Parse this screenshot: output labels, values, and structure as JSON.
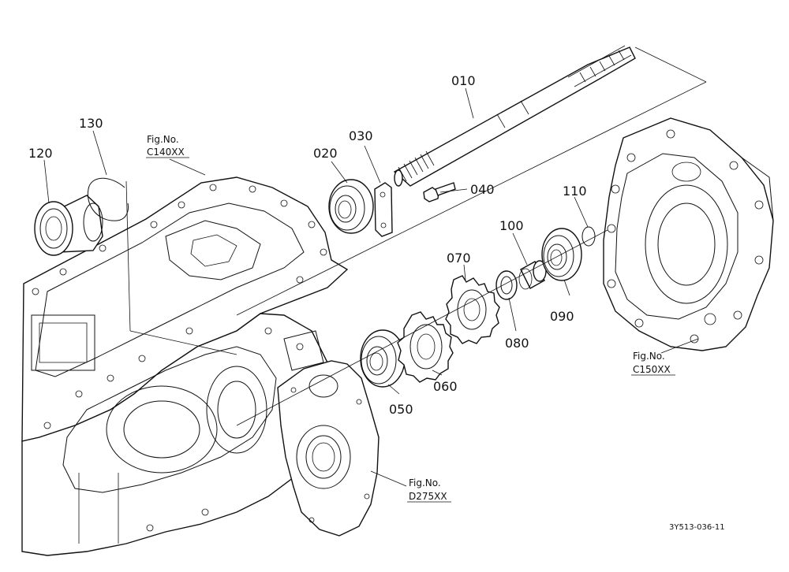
{
  "parts": [
    {
      "id": "p010",
      "label": "010"
    },
    {
      "id": "p020",
      "label": "020"
    },
    {
      "id": "p030",
      "label": "030"
    },
    {
      "id": "p040",
      "label": "040"
    },
    {
      "id": "p050",
      "label": "050"
    },
    {
      "id": "p060",
      "label": "060"
    },
    {
      "id": "p070",
      "label": "070"
    },
    {
      "id": "p080",
      "label": "080"
    },
    {
      "id": "p090",
      "label": "090"
    },
    {
      "id": "p100",
      "label": "100"
    },
    {
      "id": "p110",
      "label": "110"
    },
    {
      "id": "p120",
      "label": "120"
    },
    {
      "id": "p130",
      "label": "130"
    }
  ],
  "figure_refs": [
    {
      "prefix": "Fig.No.",
      "code": "C140XX"
    },
    {
      "prefix": "Fig.No.",
      "code": "C150XX"
    },
    {
      "prefix": "Fig.No.",
      "code": "D275XX"
    }
  ],
  "drawing_code": "3Y513-036-11"
}
